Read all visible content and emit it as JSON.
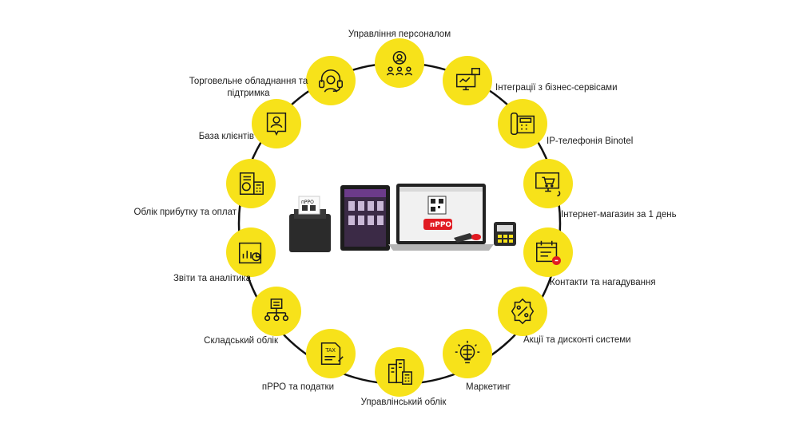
{
  "colors": {
    "accent": "#f7e21a",
    "ring": "#111111",
    "icon": "#1a1a1a",
    "badge": "#e11b22"
  },
  "nodes": [
    {
      "id": "staff",
      "label": "Управління персоналом",
      "icon": "team-settings-icon"
    },
    {
      "id": "integrations",
      "label": "Інтеграції з бізнес-сервісами",
      "icon": "monitor-integration-icon"
    },
    {
      "id": "telephony",
      "label": "IP-телефонія Binotel",
      "icon": "desk-phone-icon"
    },
    {
      "id": "eshop",
      "label": "Інтернет-магазин за 1 день",
      "icon": "cart-monitor-icon"
    },
    {
      "id": "contacts",
      "label": "Контакти та нагадування",
      "icon": "calendar-alarm-icon"
    },
    {
      "id": "discounts",
      "label": "Акції та дисконті системи",
      "icon": "percent-badge-icon"
    },
    {
      "id": "marketing",
      "label": "Маркетинг",
      "icon": "lightbulb-brain-icon"
    },
    {
      "id": "management",
      "label": "Управлінський облік",
      "icon": "buildings-calculator-icon"
    },
    {
      "id": "prro_tax",
      "label": "пРРО та податки",
      "icon": "tax-document-icon"
    },
    {
      "id": "warehouse",
      "label": "Складський облік",
      "icon": "warehouse-tree-icon"
    },
    {
      "id": "reports",
      "label": "Звіти та аналітика",
      "icon": "chart-report-icon"
    },
    {
      "id": "income",
      "label": "Облік прибутку та оплат",
      "icon": "money-calculator-icon"
    },
    {
      "id": "clients",
      "label": "База клієнтів",
      "icon": "contact-card-icon"
    },
    {
      "id": "equipment",
      "label": "Торговельне обладнання та підтримка",
      "icon": "headset-support-icon"
    }
  ],
  "devices": {
    "printer_label": "пРРО",
    "laptop_badge": "пРРО"
  }
}
